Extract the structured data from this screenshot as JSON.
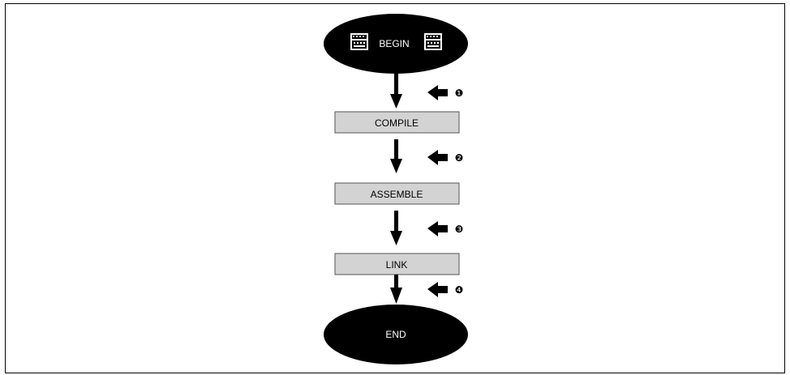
{
  "flowchart": {
    "start_label": "BEGIN",
    "end_label": "END",
    "steps": [
      {
        "label": "COMPILE"
      },
      {
        "label": "ASSEMBLE"
      },
      {
        "label": "LINK"
      }
    ],
    "callouts": [
      "❶",
      "❷",
      "❸",
      "❹"
    ],
    "icons": [
      "keyboard-icon",
      "keyboard-icon"
    ],
    "colors": {
      "terminal_fill": "#000000",
      "terminal_text": "#ffffff",
      "step_fill": "#d3d3d3",
      "step_stroke": "#555555",
      "arrow": "#000000"
    }
  }
}
